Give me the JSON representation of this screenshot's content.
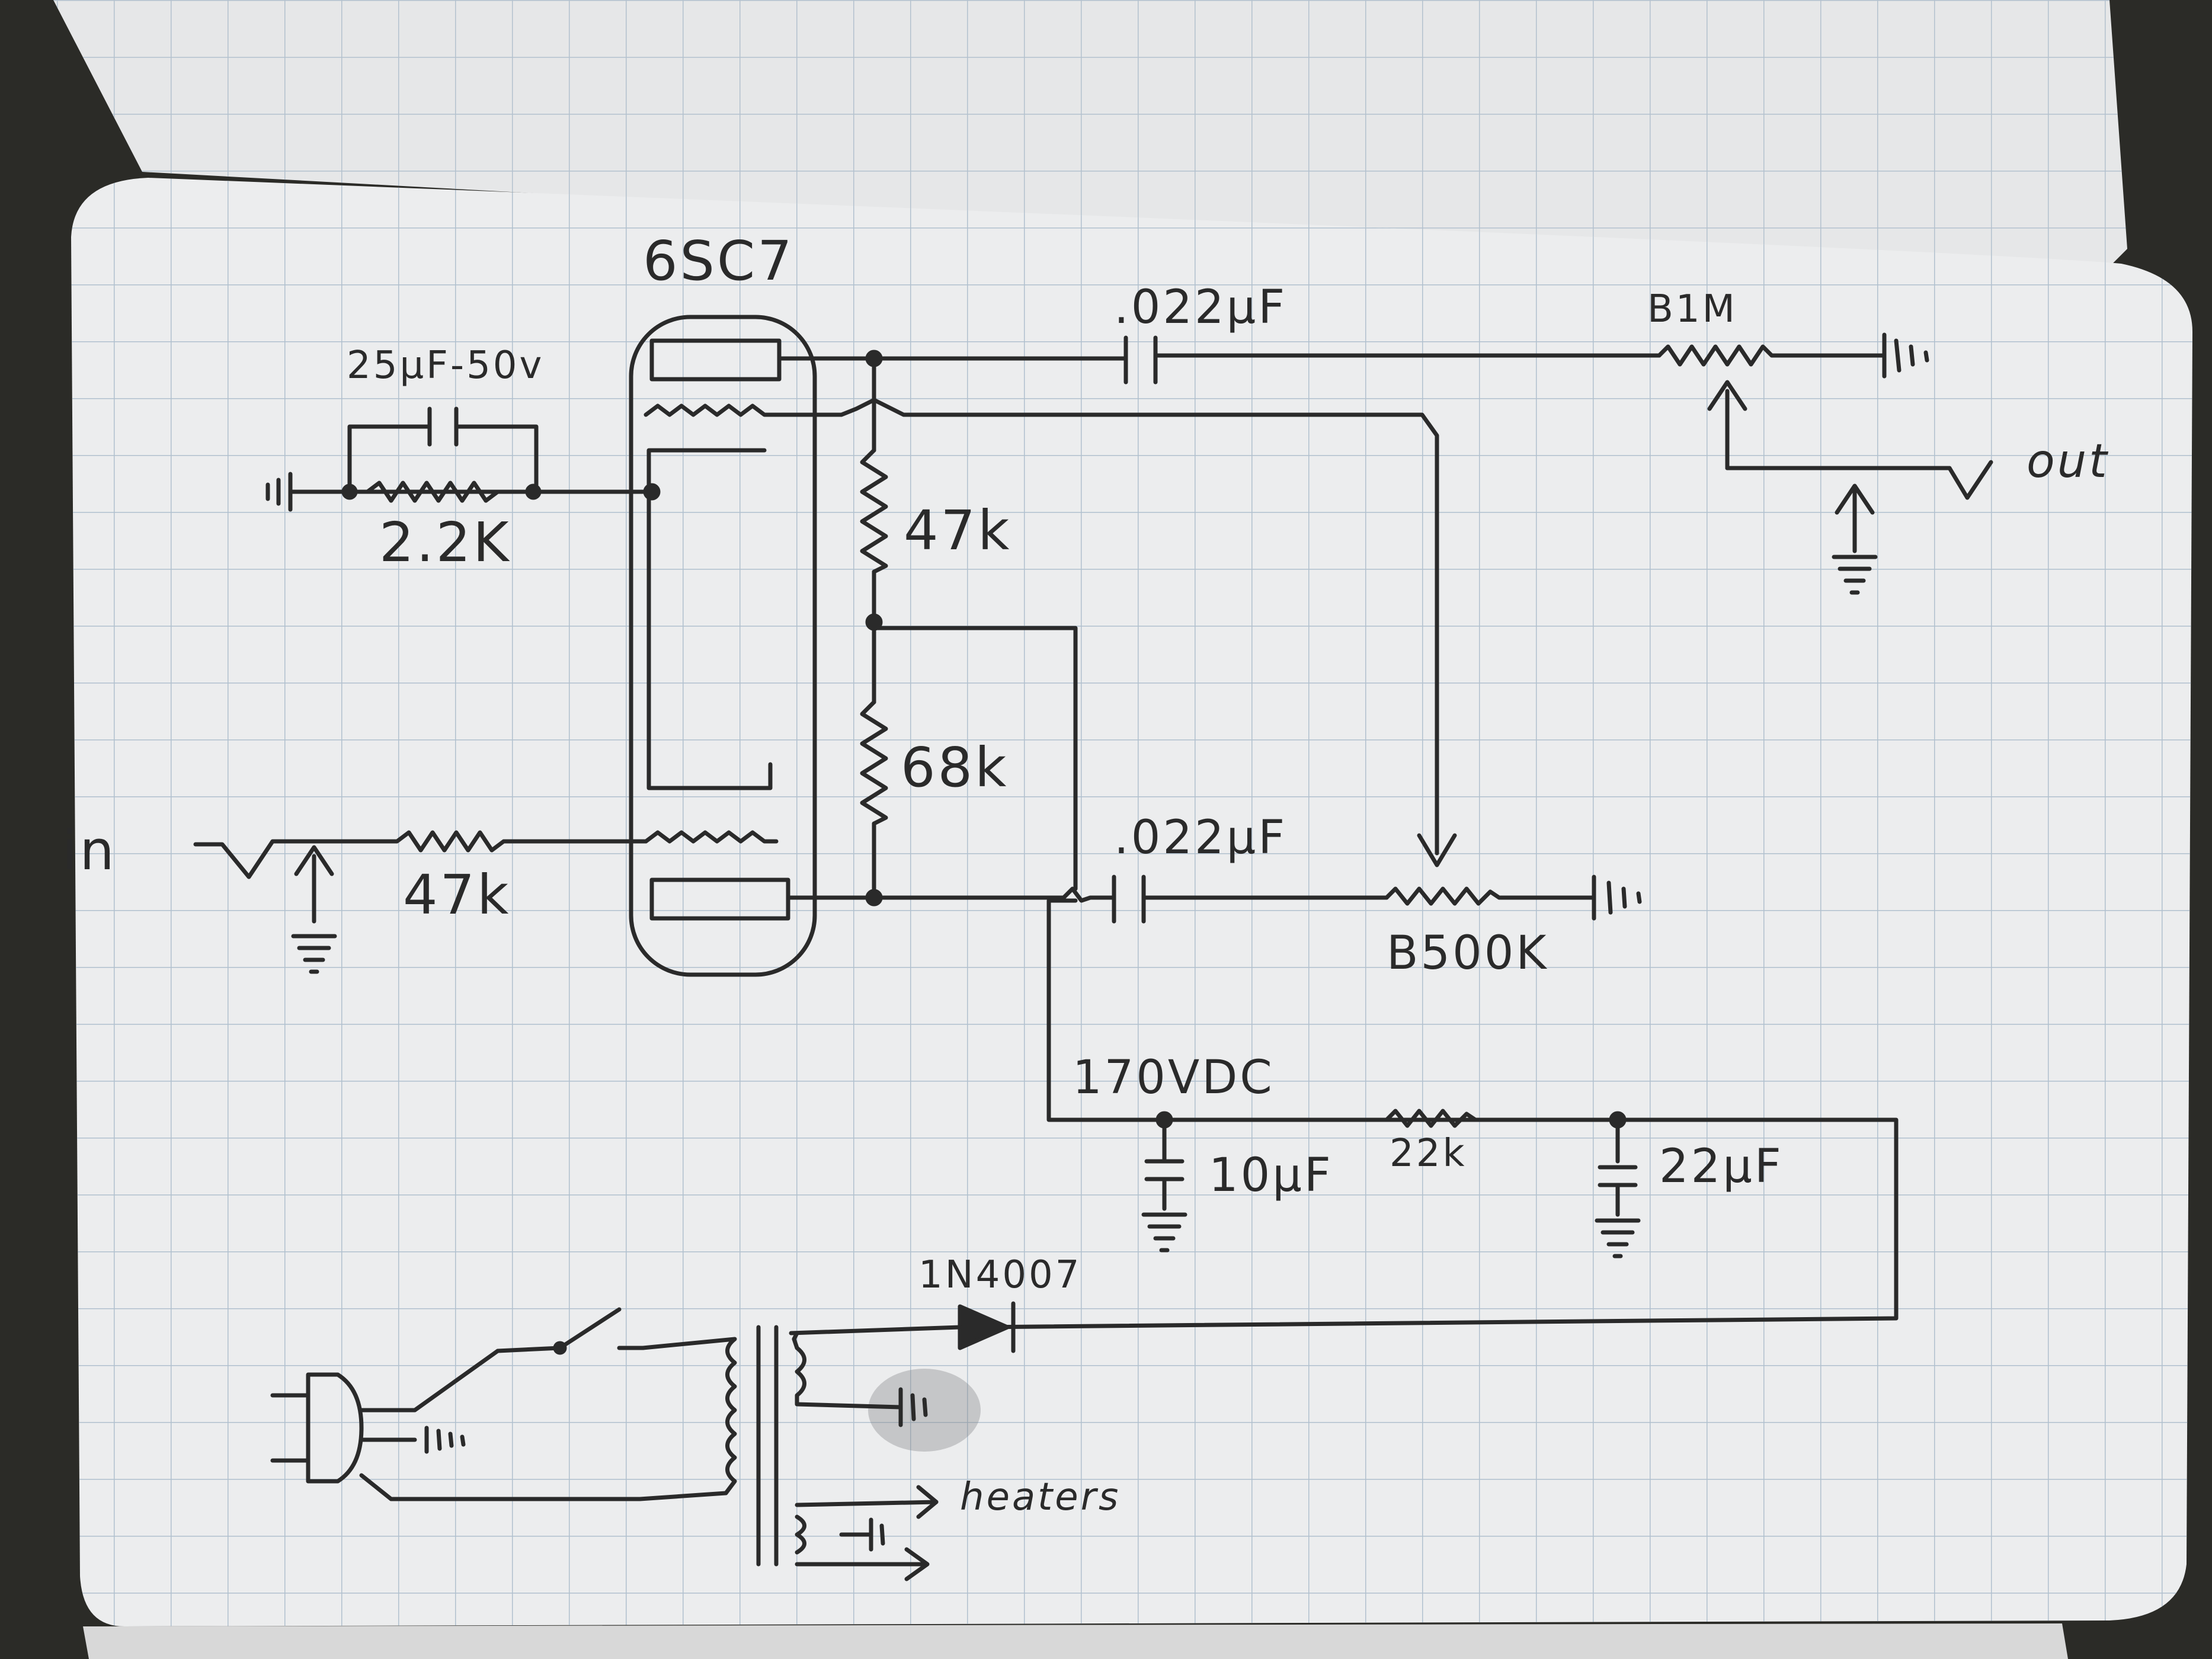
{
  "colors": {
    "paper": "#ecedee",
    "grid": "#9fb3c4",
    "ink": "#2a2a2a",
    "background": "#2b2b27"
  },
  "icons": [
    "ground-icon",
    "vacuum-tube-icon",
    "potentiometer-icon",
    "diode-icon",
    "transformer-icon",
    "ac-plug-icon",
    "switch-icon",
    "jack-icon"
  ],
  "labels": {
    "tube": "6SC7",
    "cathode_cap": "25µF-50v",
    "cathode_res": "2.2K",
    "coupling_cap_top": ".022µF",
    "pot_top": "B1M",
    "output": "out",
    "plate_res_top": "47k",
    "plate_res_bottom": "68k",
    "input": "in",
    "grid_res": "47k",
    "coupling_cap_bottom": ".022µF",
    "pot_bottom": "B500K",
    "supply_voltage": "170VDC",
    "filter_cap_1": "10µF",
    "filter_res": "22k",
    "filter_cap_2": "22µF",
    "diode": "1N4007",
    "heaters": "heaters"
  }
}
